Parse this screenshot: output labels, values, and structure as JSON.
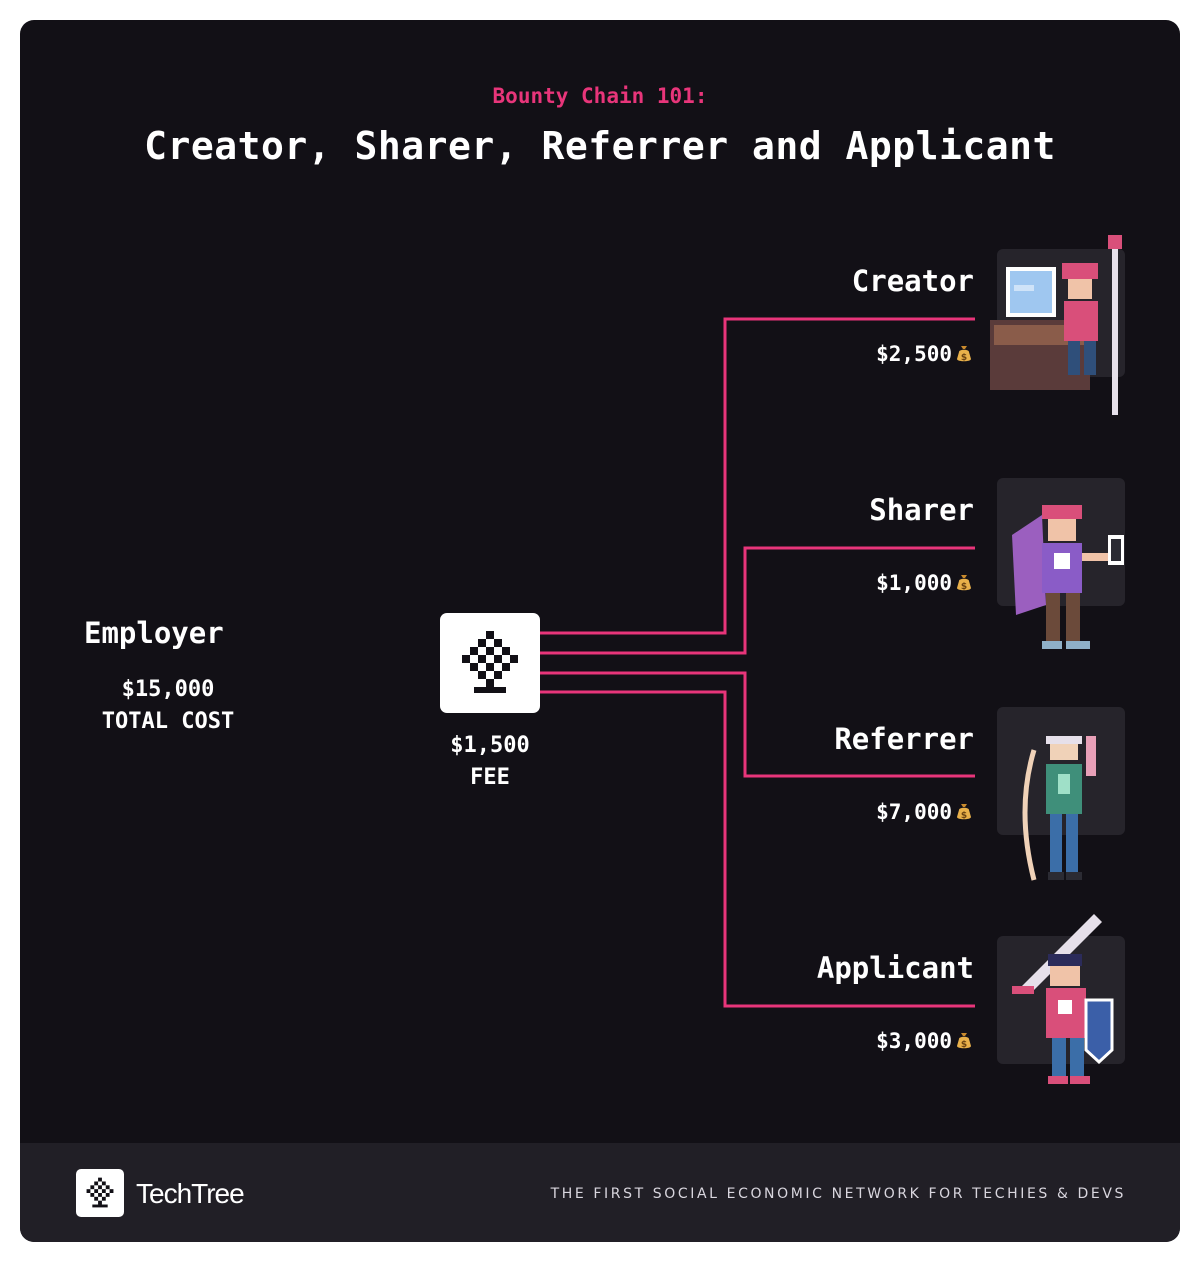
{
  "header": {
    "subtitle": "Bounty Chain 101:",
    "title": "Creator, Sharer, Referrer and Applicant"
  },
  "employer": {
    "label": "Employer",
    "amount": "$15,000",
    "note": "TOTAL COST"
  },
  "hub": {
    "amount": "$1,500",
    "note": "FEE"
  },
  "roles": [
    {
      "label": "Creator",
      "amount": "$2,500",
      "icon": "money-bag-icon"
    },
    {
      "label": "Sharer",
      "amount": "$1,000",
      "icon": "money-bag-icon"
    },
    {
      "label": "Referrer",
      "amount": "$7,000",
      "icon": "money-bag-icon"
    },
    {
      "label": "Applicant",
      "amount": "$3,000",
      "icon": "money-bag-icon"
    }
  ],
  "footer": {
    "brand": "TechTree",
    "tagline": "THE FIRST SOCIAL ECONOMIC NETWORK FOR TECHIES & DEVS"
  },
  "colors": {
    "background": "#121016",
    "footer": "#211f26",
    "accent": "#e8357a",
    "text": "#ffffff"
  }
}
